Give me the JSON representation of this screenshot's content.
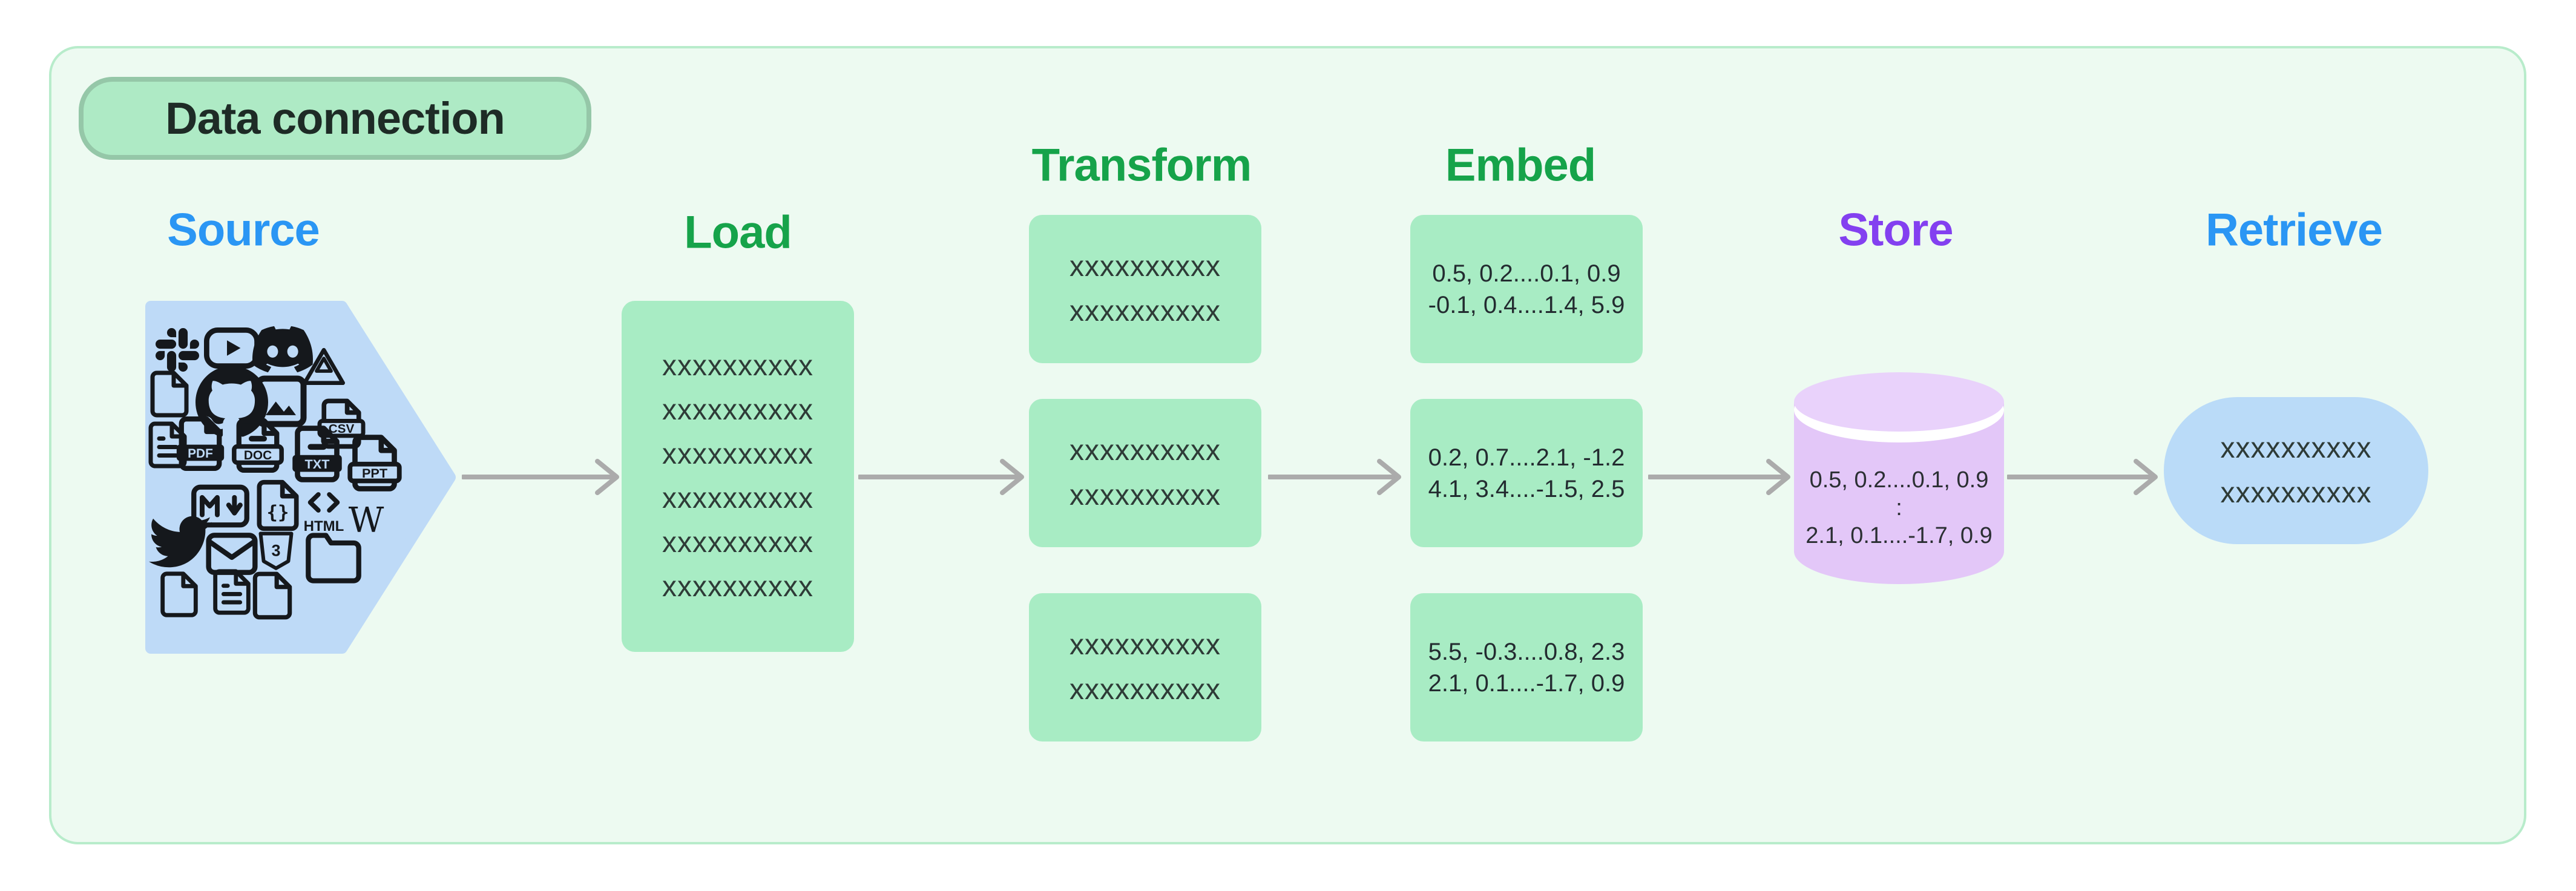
{
  "diagram_type": "data-pipeline-flow",
  "title_badge": {
    "label": "Data connection"
  },
  "flow_order": [
    "Source",
    "Load",
    "Transform",
    "Embed",
    "Store",
    "Retrieve"
  ],
  "stages": {
    "source": {
      "label": "Source",
      "icon_names": [
        "slack",
        "youtube",
        "discord",
        "file",
        "github",
        "image",
        "google-drive",
        "csv",
        "file-text",
        "pdf",
        "doc",
        "txt",
        "ppt",
        "markdown",
        "json",
        "html",
        "wikipedia",
        "twitter",
        "email",
        "css3",
        "folder",
        "file",
        "file-text",
        "file"
      ]
    },
    "load": {
      "label": "Load",
      "lines": [
        "xxxxxxxxxx",
        "xxxxxxxxxx",
        "xxxxxxxxxx",
        "xxxxxxxxxx",
        "xxxxxxxxxx",
        "xxxxxxxxxx"
      ]
    },
    "transform": {
      "label": "Transform",
      "boxes": [
        {
          "lines": [
            "xxxxxxxxxx",
            "xxxxxxxxxx"
          ]
        },
        {
          "lines": [
            "xxxxxxxxxx",
            "xxxxxxxxxx"
          ]
        },
        {
          "lines": [
            "xxxxxxxxxx",
            "xxxxxxxxxx"
          ]
        }
      ]
    },
    "embed": {
      "label": "Embed",
      "boxes": [
        {
          "lines": [
            "0.5, 0.2....0.1, 0.9",
            "-0.1, 0.4....1.4, 5.9"
          ]
        },
        {
          "lines": [
            "0.2, 0.7....2.1, -1.2",
            "4.1, 3.4....-1.5, 2.5"
          ]
        },
        {
          "lines": [
            "5.5, -0.3....0.8, 2.3",
            "2.1, 0.1....-1.7, 0.9"
          ]
        }
      ]
    },
    "store": {
      "label": "Store",
      "lines": [
        "0.5, 0.2....0.1, 0.9",
        ":",
        "2.1, 0.1....-1.7, 0.9"
      ]
    },
    "retrieve": {
      "label": "Retrieve",
      "lines": [
        "xxxxxxxxxx",
        "xxxxxxxxxx"
      ]
    }
  },
  "colors": {
    "page_bg": "#ffffff",
    "frame_bg": "#edfaf1",
    "frame_border": "#b8eccb",
    "badge_bg": "#aeeac5",
    "badge_border": "#95c7a8",
    "badge_text": "#1e2b26",
    "label_blue": "#2a96f4",
    "label_green": "#16a34a",
    "label_purple": "#8340f0",
    "green_box": "#a8ecc4",
    "blue_shape": "#bedaf7",
    "cylinder_body": "#e3c7f8",
    "cylinder_top": "#e9d2fb",
    "arrow_gray": "#ababab",
    "icon_black": "#15181c",
    "box_text": "#2e3b37"
  }
}
